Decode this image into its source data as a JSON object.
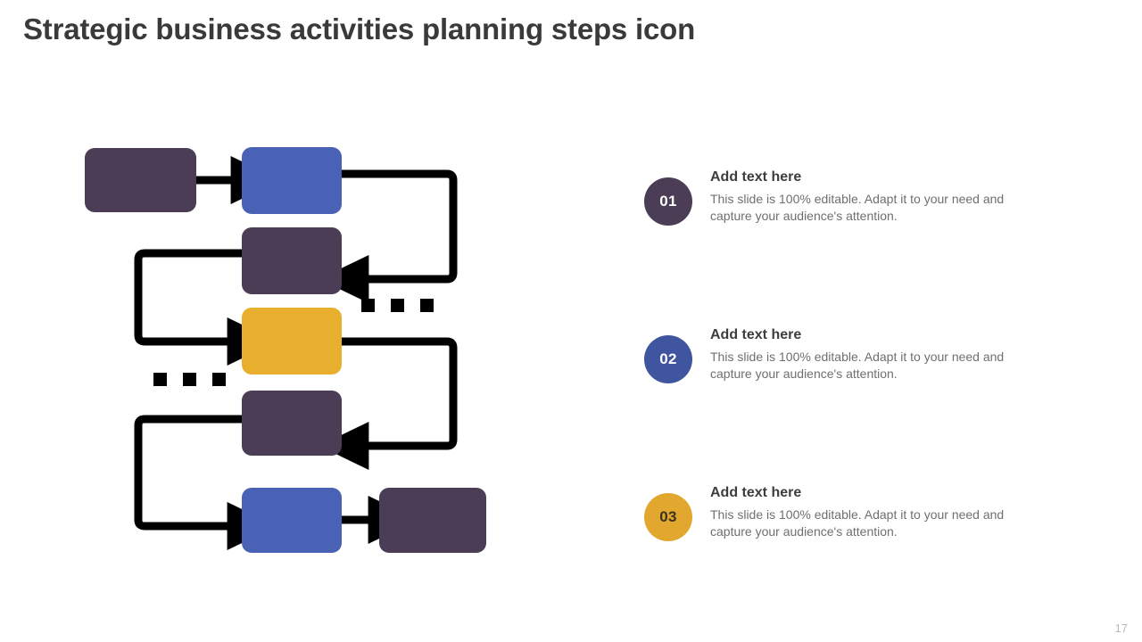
{
  "slide": {
    "title": "Strategic business activities planning steps icon",
    "page_number": "17"
  },
  "palette": {
    "purple": "#4b3d55",
    "blue": "#4a62b5",
    "yellow": "#e8ae2d",
    "connector": "#000000",
    "heading_text": "#3d3d3d",
    "body_text": "#6f6f6f",
    "title_text": "#3a3a3a",
    "page_number_text": "#b9b9b9"
  },
  "steps": [
    {
      "number": "01",
      "heading": "Add text here",
      "body": "This slide is 100% editable. Adapt it to your need and capture your audience's attention.",
      "badge_color": "#4b3d55"
    },
    {
      "number": "02",
      "heading": "Add text here",
      "body": "This slide is 100% editable. Adapt it to your need and capture your audience's attention.",
      "badge_color": "#40559f"
    },
    {
      "number": "03",
      "heading": "Add text here",
      "body": "This slide is 100% editable. Adapt it to your need and capture your audience's attention.",
      "badge_color": "#e2a72e"
    }
  ],
  "diagram": {
    "name": "serpentine-process-flow",
    "nodes": [
      {
        "id": "node-start",
        "color": "#4b3d55",
        "row": 1,
        "column": "left"
      },
      {
        "id": "node-step-1",
        "color": "#4a62b5",
        "row": 1,
        "column": "center"
      },
      {
        "id": "node-step-2",
        "color": "#4b3d55",
        "row": 2,
        "column": "center"
      },
      {
        "id": "node-step-3",
        "color": "#e8ae2d",
        "row": 3,
        "column": "center"
      },
      {
        "id": "node-step-4",
        "color": "#4b3d55",
        "row": 4,
        "column": "center"
      },
      {
        "id": "node-step-5",
        "color": "#4a62b5",
        "row": 5,
        "column": "center"
      },
      {
        "id": "node-end",
        "color": "#4b3d55",
        "row": 5,
        "column": "right"
      }
    ],
    "connectors": [
      {
        "id": "connector-start-to-step-1",
        "style": "straight-arrow",
        "direction": "right"
      },
      {
        "id": "connector-step-1-to-step-2",
        "style": "elbow-arrow",
        "direction": "right-down-left"
      },
      {
        "id": "connector-step-2-to-step-3",
        "style": "elbow-arrow",
        "direction": "left-down-right"
      },
      {
        "id": "connector-step-3-to-step-4",
        "style": "elbow-arrow",
        "direction": "right-down-left"
      },
      {
        "id": "connector-step-4-to-step-5",
        "style": "elbow-arrow",
        "direction": "left-down-right"
      },
      {
        "id": "connector-step-5-to-end",
        "style": "straight-arrow",
        "direction": "right"
      }
    ],
    "dash_markers": [
      {
        "id": "dash-marker-right",
        "squares": 3
      },
      {
        "id": "dash-marker-left",
        "squares": 3
      }
    ]
  }
}
